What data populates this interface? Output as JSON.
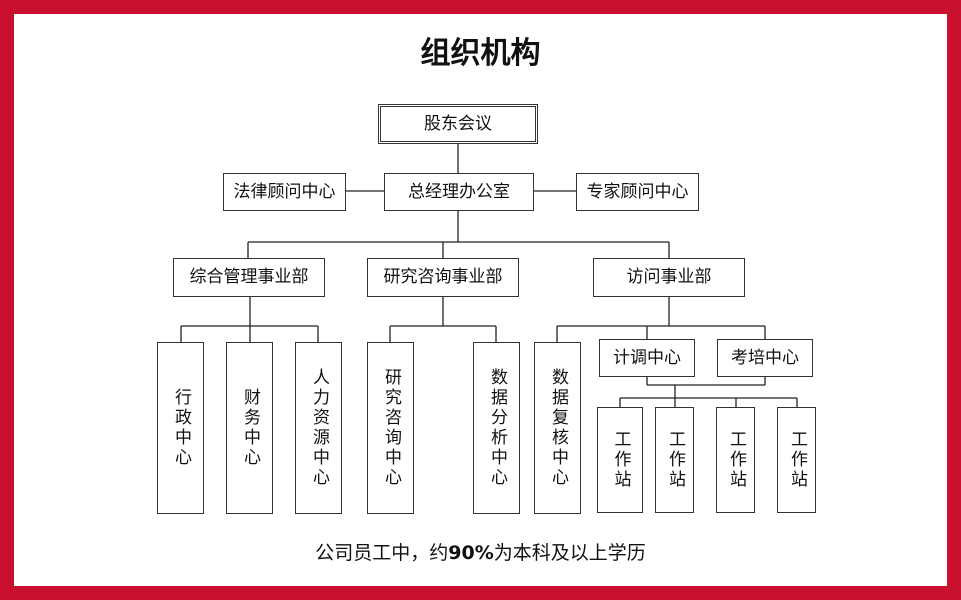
{
  "title": "组织机构",
  "nodes": {
    "shareholders": "股东会议",
    "legal": "法律顾问中心",
    "gm_office": "总经理办公室",
    "expert": "专家顾问中心",
    "mgmt_div": "综合管理事业部",
    "research_div": "研究咨询事业部",
    "visit_div": "访问事业部",
    "admin": "行政中心",
    "finance": "财务中心",
    "hr": "人力资源中心",
    "research_center": "研究咨询中心",
    "data_analysis": "数据分析中心",
    "data_review": "数据复核中心",
    "coordination": "计调中心",
    "training": "考培中心",
    "station1": "工作站",
    "station2": "工作站",
    "station3": "工作站",
    "station4": "工作站"
  },
  "footer": {
    "prefix": "公司员工中，约",
    "highlight": "90%",
    "suffix": "为本科及以上学历"
  }
}
